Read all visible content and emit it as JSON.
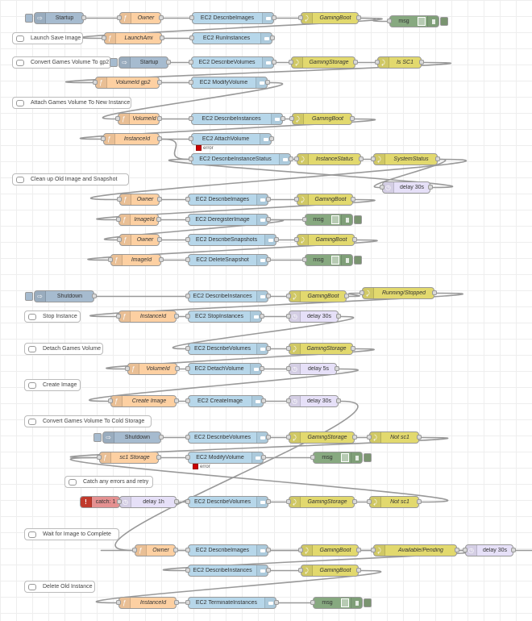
{
  "palette": {
    "inject": "#a6bbcf",
    "function": "#fdd0a2",
    "aws": "#b7d7ea",
    "switch": "#e2d96e",
    "debug": "#87a980",
    "delay": "#e6e0f8",
    "catch": "#e49191",
    "comment": "#ffffff",
    "wire": "#999999"
  },
  "nodes": [
    {
      "id": "n1",
      "type": "inject",
      "label": "Startup"
    },
    {
      "id": "n2",
      "type": "function",
      "label": "Owner"
    },
    {
      "id": "n3",
      "type": "aws",
      "label": "EC2 DescribeImages"
    },
    {
      "id": "n4",
      "type": "switch",
      "label": "GamingBoot"
    },
    {
      "id": "n5",
      "type": "debug",
      "label": "msg"
    },
    {
      "id": "c1",
      "type": "comment",
      "label": "Launch Save Image"
    },
    {
      "id": "n6",
      "type": "function",
      "label": "LaunchAmi"
    },
    {
      "id": "n7",
      "type": "aws",
      "label": "EC2 RunInstances"
    },
    {
      "id": "c2",
      "type": "comment",
      "label": "Convert Games Volume To gp2"
    },
    {
      "id": "n8",
      "type": "inject",
      "label": "Startup"
    },
    {
      "id": "n9",
      "type": "aws",
      "label": "EC2 DescribeVolumes"
    },
    {
      "id": "n10",
      "type": "switch",
      "label": "GamingStorage"
    },
    {
      "id": "n11",
      "type": "switch",
      "label": "Is SC1"
    },
    {
      "id": "n12",
      "type": "function",
      "label": "VolumeId gp2"
    },
    {
      "id": "n13",
      "type": "aws",
      "label": "EC2 ModifyVolume"
    },
    {
      "id": "c3",
      "type": "comment",
      "label": "Attach Games Volume To New Instance"
    },
    {
      "id": "n14",
      "type": "function",
      "label": "VolumeId"
    },
    {
      "id": "n15",
      "type": "aws",
      "label": "EC2 DescribeInstances"
    },
    {
      "id": "n16",
      "type": "switch",
      "label": "GamingBoot"
    },
    {
      "id": "n17",
      "type": "function",
      "label": "InstanceId"
    },
    {
      "id": "n18",
      "type": "aws",
      "label": "EC2 AttachVolume"
    },
    {
      "id": "n19",
      "type": "aws",
      "label": "EC2 DescribeInstanceStatus"
    },
    {
      "id": "n20",
      "type": "switch",
      "label": "InstanceStatus"
    },
    {
      "id": "n21",
      "type": "switch",
      "label": "SystemStatus"
    },
    {
      "id": "c4",
      "type": "comment",
      "label": "Clean up Old Image and Snapshot"
    },
    {
      "id": "n22",
      "type": "delay",
      "label": "delay 30s"
    },
    {
      "id": "n23",
      "type": "function",
      "label": "Owner"
    },
    {
      "id": "n24",
      "type": "aws",
      "label": "EC2 DescribeImages"
    },
    {
      "id": "n25",
      "type": "switch",
      "label": "GamingBoot"
    },
    {
      "id": "n26",
      "type": "function",
      "label": "ImageId"
    },
    {
      "id": "n27",
      "type": "aws",
      "label": "EC2 DeregisterImage"
    },
    {
      "id": "n28",
      "type": "debug",
      "label": "msg"
    },
    {
      "id": "n29",
      "type": "function",
      "label": "Owner"
    },
    {
      "id": "n30",
      "type": "aws",
      "label": "EC2 DescribeSnapshots"
    },
    {
      "id": "n31",
      "type": "switch",
      "label": "GamingBoot"
    },
    {
      "id": "n32",
      "type": "function",
      "label": "ImageId"
    },
    {
      "id": "n33",
      "type": "aws",
      "label": "EC2 DeleteSnapshot"
    },
    {
      "id": "n34",
      "type": "debug",
      "label": "msg"
    },
    {
      "id": "n35",
      "type": "inject",
      "label": "Shutdown"
    },
    {
      "id": "n36",
      "type": "aws",
      "label": "EC2 DescribeInstances"
    },
    {
      "id": "n37",
      "type": "switch",
      "label": "GamingBoot"
    },
    {
      "id": "n38",
      "type": "switch",
      "label": "Running/Stopped"
    },
    {
      "id": "c5",
      "type": "comment",
      "label": "Stop Instance"
    },
    {
      "id": "n39",
      "type": "function",
      "label": "InstanceId"
    },
    {
      "id": "n40",
      "type": "aws",
      "label": "EC2 StopInstances"
    },
    {
      "id": "n41",
      "type": "delay",
      "label": "delay 30s"
    },
    {
      "id": "c6",
      "type": "comment",
      "label": "Detach Games Volume"
    },
    {
      "id": "n42",
      "type": "aws",
      "label": "EC2 DescribeVolumes"
    },
    {
      "id": "n43",
      "type": "switch",
      "label": "GamingStorage"
    },
    {
      "id": "c7",
      "type": "comment",
      "label": "Create Image"
    },
    {
      "id": "n44",
      "type": "function",
      "label": "VolumeId"
    },
    {
      "id": "n45",
      "type": "aws",
      "label": "EC2 DetachVolume"
    },
    {
      "id": "n46",
      "type": "delay",
      "label": "delay 5s"
    },
    {
      "id": "n47",
      "type": "function",
      "label": "Create Image"
    },
    {
      "id": "n48",
      "type": "aws",
      "label": "EC2 CreateImage"
    },
    {
      "id": "n49",
      "type": "delay",
      "label": "delay 30s"
    },
    {
      "id": "c8",
      "type": "comment",
      "label": "Convert Games Volume To Cold Storage"
    },
    {
      "id": "n50",
      "type": "inject",
      "label": "Shutdown"
    },
    {
      "id": "n51",
      "type": "aws",
      "label": "EC2 DescribeVolumes"
    },
    {
      "id": "n52",
      "type": "switch",
      "label": "GamingStorage"
    },
    {
      "id": "n53",
      "type": "switch",
      "label": "Not sc1"
    },
    {
      "id": "n54",
      "type": "function",
      "label": "sc1 Storage"
    },
    {
      "id": "n55",
      "type": "aws",
      "label": "EC2 ModifyVolume"
    },
    {
      "id": "n56",
      "type": "debug",
      "label": "msg"
    },
    {
      "id": "c9",
      "type": "comment",
      "label": "Catch any errors and retry"
    },
    {
      "id": "n57",
      "type": "catch",
      "label": "catch: 1"
    },
    {
      "id": "n58",
      "type": "delay",
      "label": "delay 1h"
    },
    {
      "id": "n59",
      "type": "aws",
      "label": "EC2 DescribeVolumes"
    },
    {
      "id": "n60",
      "type": "switch",
      "label": "GamingStorage"
    },
    {
      "id": "n61",
      "type": "switch",
      "label": "Not sc1"
    },
    {
      "id": "c10",
      "type": "comment",
      "label": "Wait for Image to Complete"
    },
    {
      "id": "n62",
      "type": "function",
      "label": "Owner"
    },
    {
      "id": "n63",
      "type": "aws",
      "label": "EC2 DescribeImages"
    },
    {
      "id": "n64",
      "type": "switch",
      "label": "GamingBoot"
    },
    {
      "id": "n65",
      "type": "switch",
      "label": "Available/Pending"
    },
    {
      "id": "n66",
      "type": "delay",
      "label": "delay 30s"
    },
    {
      "id": "n67",
      "type": "aws",
      "label": "EC2 DescribeInstances"
    },
    {
      "id": "n68",
      "type": "switch",
      "label": "GamingBoot"
    },
    {
      "id": "c11",
      "type": "comment",
      "label": "Delete Old Instance"
    },
    {
      "id": "n69",
      "type": "function",
      "label": "InstanceId"
    },
    {
      "id": "n70",
      "type": "aws",
      "label": "EC2 TerminateInstances"
    },
    {
      "id": "n71",
      "type": "debug",
      "label": "msg"
    }
  ],
  "status": {
    "n18": "error",
    "n55": "error"
  },
  "status_text": "error",
  "wires": [
    [
      "n1",
      "n2"
    ],
    [
      "n2",
      "n3"
    ],
    [
      "n3",
      "n4"
    ],
    [
      "n4",
      "n5"
    ],
    [
      "n4",
      "n6"
    ],
    [
      "n6",
      "n7"
    ],
    [
      "n8",
      "n9"
    ],
    [
      "n9",
      "n10"
    ],
    [
      "n10",
      "n11"
    ],
    [
      "n11",
      "n12"
    ],
    [
      "n12",
      "n13"
    ],
    [
      "n13",
      "n14"
    ],
    [
      "n14",
      "n15"
    ],
    [
      "n15",
      "n16"
    ],
    [
      "n16",
      "n17"
    ],
    [
      "n17",
      "n18"
    ],
    [
      "n17",
      "n19"
    ],
    [
      "n19",
      "n20"
    ],
    [
      "n20",
      "n21"
    ],
    [
      "n21",
      "n22"
    ],
    [
      "n22",
      "n19"
    ],
    [
      "n21",
      "n23"
    ],
    [
      "n23",
      "n24"
    ],
    [
      "n24",
      "n25"
    ],
    [
      "n25",
      "n26"
    ],
    [
      "n26",
      "n27"
    ],
    [
      "n27",
      "n28"
    ],
    [
      "n27",
      "n29"
    ],
    [
      "n29",
      "n30"
    ],
    [
      "n30",
      "n31"
    ],
    [
      "n31",
      "n32"
    ],
    [
      "n32",
      "n33"
    ],
    [
      "n33",
      "n34"
    ],
    [
      "n35",
      "n36"
    ],
    [
      "n36",
      "n37"
    ],
    [
      "n37",
      "n38"
    ],
    [
      "n38",
      "n39"
    ],
    [
      "n39",
      "n40"
    ],
    [
      "n40",
      "n41"
    ],
    [
      "n41",
      "n42"
    ],
    [
      "n42",
      "n43"
    ],
    [
      "n43",
      "n44"
    ],
    [
      "n44",
      "n45"
    ],
    [
      "n45",
      "n46"
    ],
    [
      "n46",
      "n47"
    ],
    [
      "n47",
      "n48"
    ],
    [
      "n48",
      "n49"
    ],
    [
      "n49",
      "n62"
    ],
    [
      "n50",
      "n51"
    ],
    [
      "n51",
      "n52"
    ],
    [
      "n52",
      "n53"
    ],
    [
      "n53",
      "n54"
    ],
    [
      "n54",
      "n55"
    ],
    [
      "n55",
      "n56"
    ],
    [
      "n57",
      "n58"
    ],
    [
      "n58",
      "n59"
    ],
    [
      "n59",
      "n60"
    ],
    [
      "n60",
      "n61"
    ],
    [
      "n61",
      "n54"
    ],
    [
      "n62",
      "n63"
    ],
    [
      "n63",
      "n64"
    ],
    [
      "n64",
      "n65"
    ],
    [
      "n65",
      "n66"
    ],
    [
      "n66",
      "n62"
    ],
    [
      "n65",
      "n67"
    ],
    [
      "n67",
      "n68"
    ],
    [
      "n68",
      "n69"
    ],
    [
      "n69",
      "n70"
    ],
    [
      "n70",
      "n71"
    ]
  ]
}
